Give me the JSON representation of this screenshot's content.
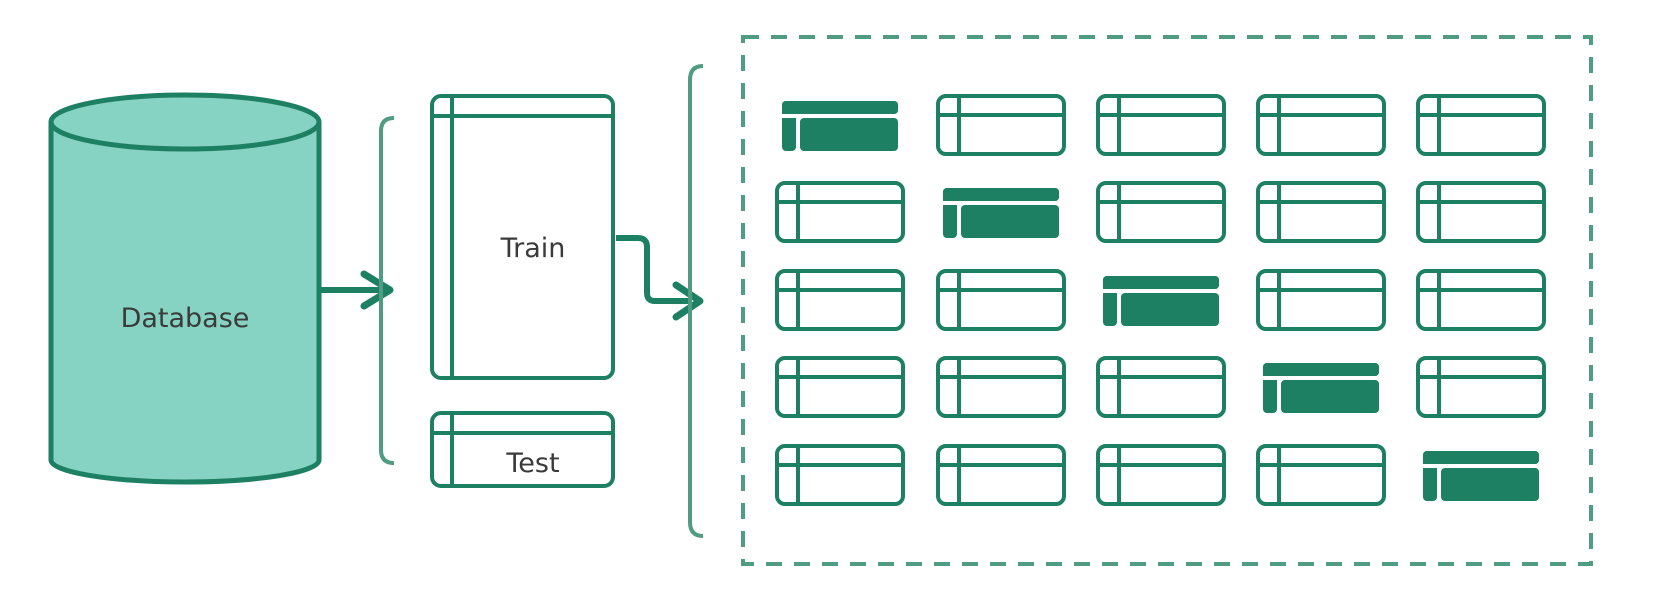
{
  "labels": {
    "database": "Database",
    "train": "Train",
    "test": "Test"
  },
  "folds": {
    "rows": 5,
    "cols": 5,
    "highlight_cols": [
      0,
      1,
      2,
      3,
      4
    ],
    "description_note": ""
  },
  "colors": {
    "primary": "#1e8062",
    "fill_light": "#86d2c3",
    "bracket": "#4f9c83",
    "dashed_border": "#4f9c83",
    "text": "#3a3a3a"
  }
}
